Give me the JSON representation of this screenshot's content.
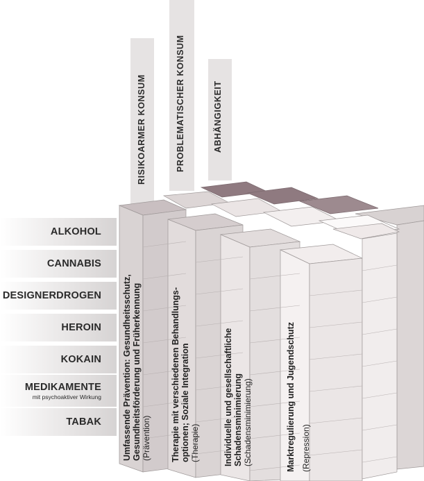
{
  "substances": [
    {
      "name": "ALKOHOL",
      "note": ""
    },
    {
      "name": "CANNABIS",
      "note": ""
    },
    {
      "name": "DESIGNERDROGEN",
      "note": ""
    },
    {
      "name": "HEROIN",
      "note": ""
    },
    {
      "name": "KOKAIN",
      "note": ""
    },
    {
      "name": "MEDIKAMENTE",
      "note": "mit psychoaktiver Wirkung"
    },
    {
      "name": "TABAK",
      "note": ""
    }
  ],
  "consumption_levels": [
    "RISIKOARMER KONSUM",
    "PROBLEMATISCHER KONSUM",
    "ABHÄNGIGKEIT"
  ],
  "pillars": [
    {
      "line1": "Umfassende Prävention: Gesundheitsschutz,",
      "line2": "Gesundheitsförderung und Früherkennung",
      "paren": "(Prävention)",
      "color": "#d9d3d3"
    },
    {
      "line1": "Therapie mit verschiedenen Behandlungs-",
      "line2": "optionen; Soziale Integration",
      "paren": "(Therapie)",
      "color": "#e2dcdc"
    },
    {
      "line1": "Individuelle und gesellschaftliche",
      "line2": "Schadensminimierung",
      "paren": "(Schadensminimierung)",
      "color": "#ebe6e6"
    },
    {
      "line1": "Marktregulierung und Jugendschutz",
      "line2": "",
      "paren": "(Repression)",
      "color": "#f5f1f1"
    }
  ],
  "colors": {
    "top_dark": "#8f7a80",
    "top_mid": "#b4a7aa",
    "top_light": "#e6e0e0",
    "side_shade": "#c9c3c3",
    "edge": "#9e9898"
  }
}
